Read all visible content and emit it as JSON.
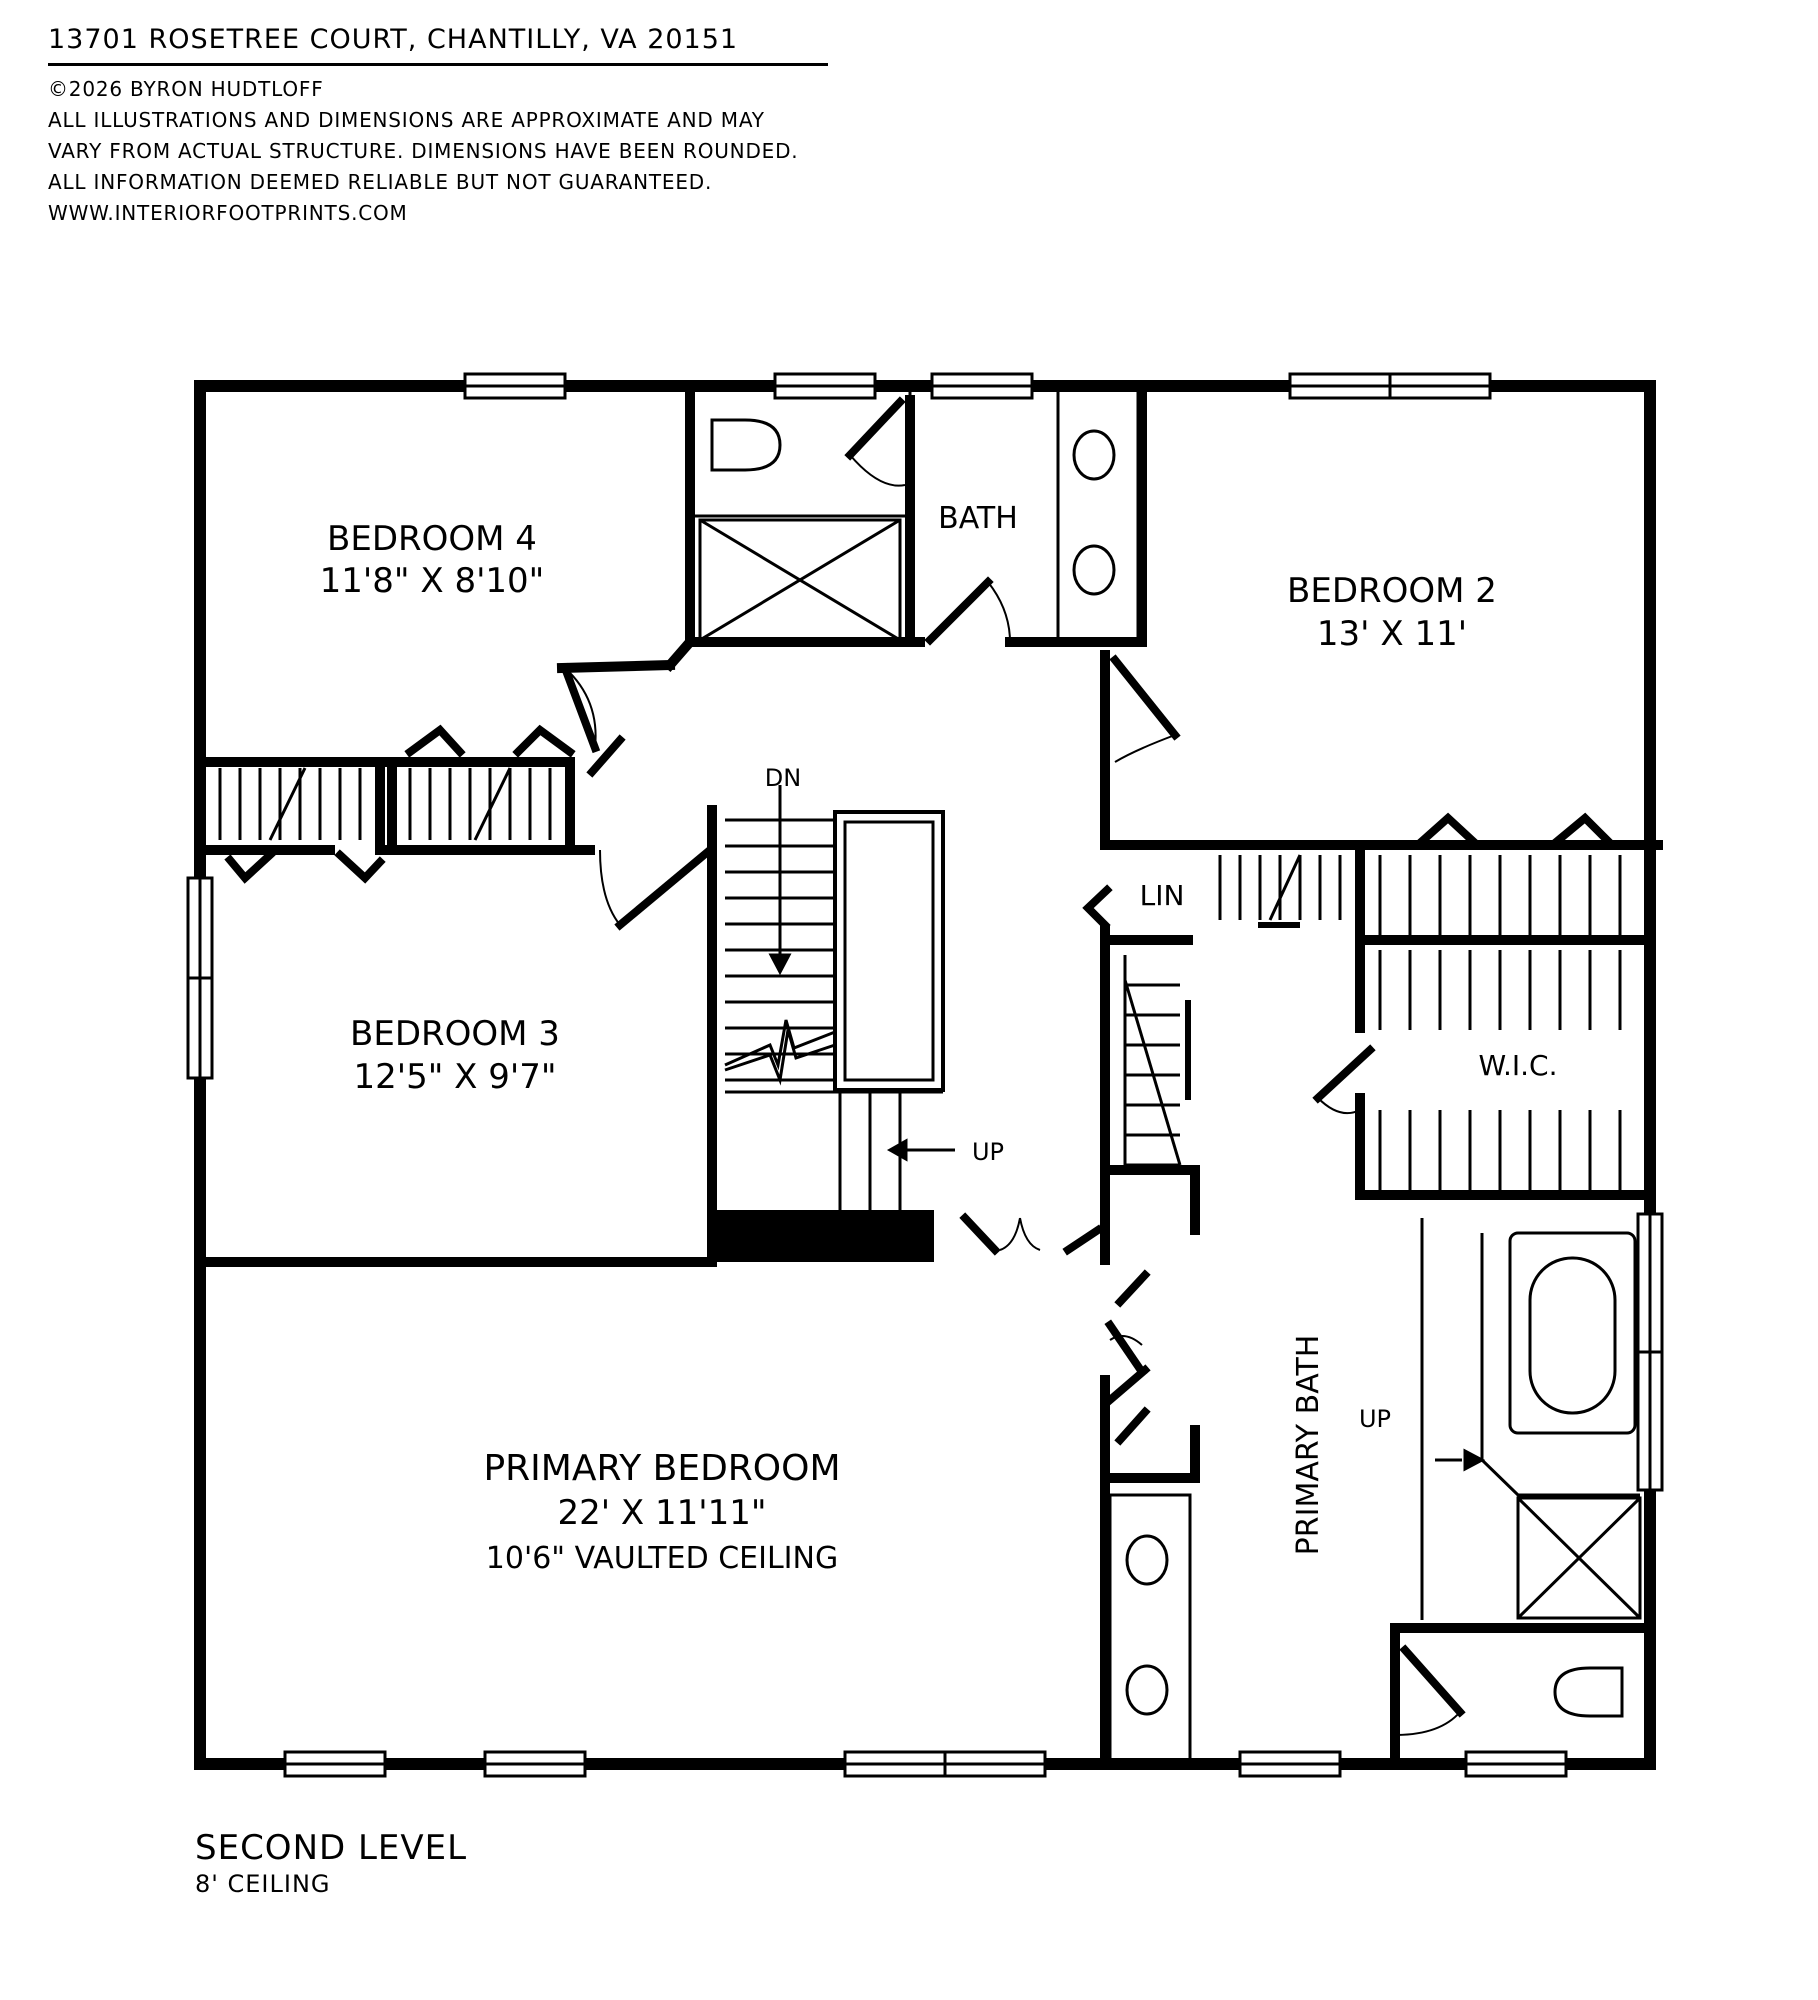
{
  "header": {
    "address": "13701 ROSETREE COURT, CHANTILLY, VA 20151",
    "copyright": "©2026 BYRON HUDTLOFF",
    "disclaimer_1": "ALL ILLUSTRATIONS AND DIMENSIONS ARE APPROXIMATE AND MAY",
    "disclaimer_2": "VARY FROM ACTUAL STRUCTURE. DIMENSIONS HAVE BEEN ROUNDED.",
    "disclaimer_3": "ALL INFORMATION DEEMED RELIABLE BUT NOT GUARANTEED.",
    "website": "WWW.INTERIORFOOTPRINTS.COM"
  },
  "rooms": {
    "bedroom4": {
      "name": "BEDROOM 4",
      "size": "11'8\" X 8'10\""
    },
    "bath": {
      "name": "BATH"
    },
    "bedroom2": {
      "name": "BEDROOM 2",
      "size": "13' X 11'"
    },
    "bedroom3": {
      "name": "BEDROOM 3",
      "size": "12'5\" X 9'7\""
    },
    "primary_bedroom": {
      "name": "PRIMARY BEDROOM",
      "size": "22' X 11'11\"",
      "note": "10'6\" VAULTED CEILING"
    },
    "primary_bath": {
      "name": "PRIMARY BATH"
    },
    "linen": {
      "name": "LIN"
    },
    "wic": {
      "name": "W.I.C."
    }
  },
  "stairs": {
    "down_label": "DN",
    "up_label": "UP"
  },
  "tub_step": {
    "up_label": "UP"
  },
  "footer": {
    "level": "SECOND LEVEL",
    "ceiling": "8' CEILING"
  }
}
